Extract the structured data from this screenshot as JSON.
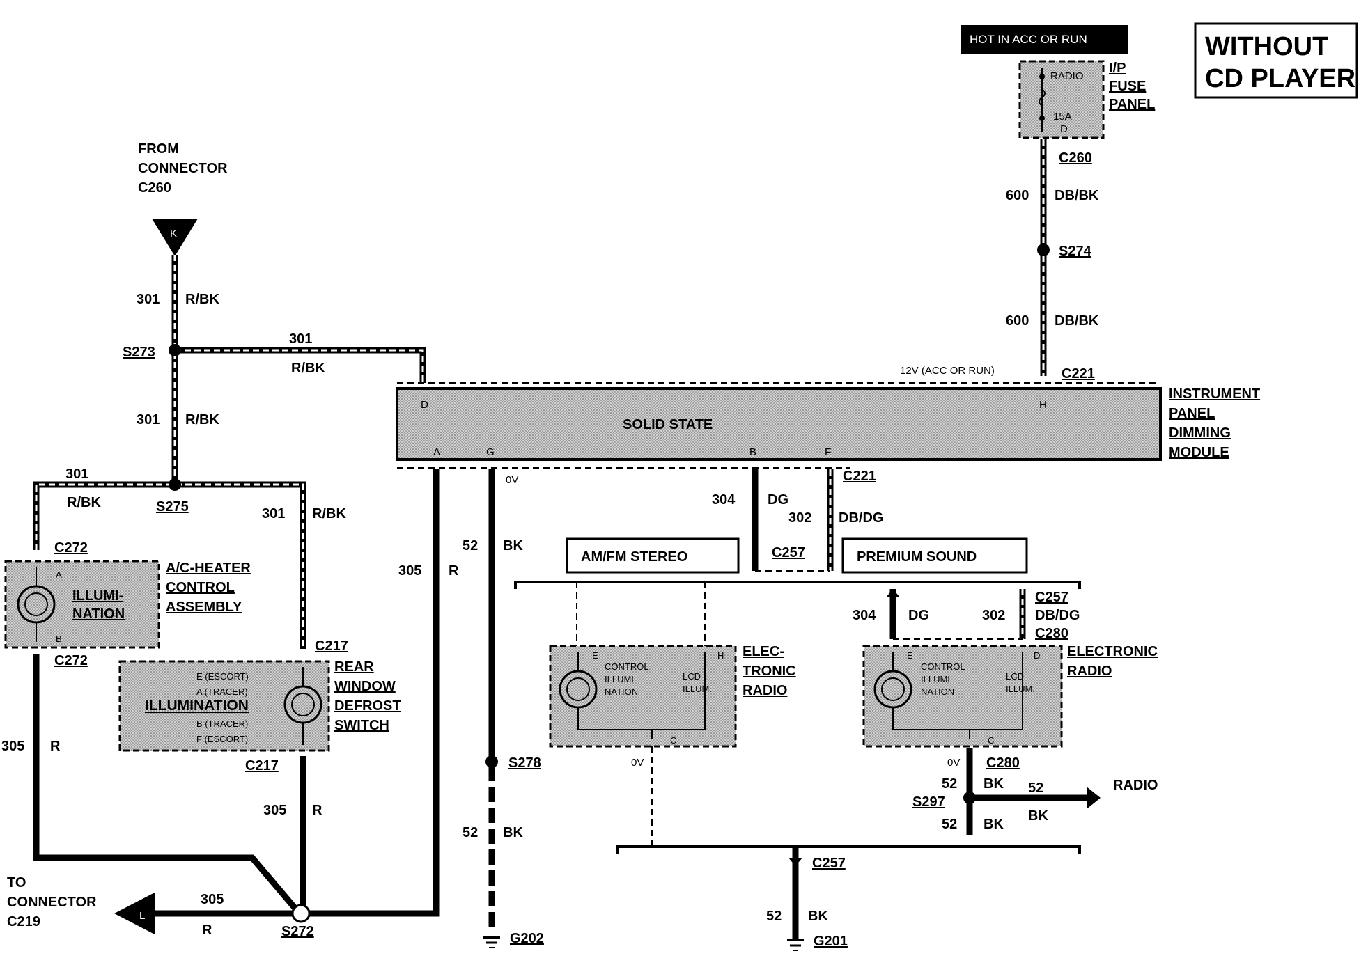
{
  "header": {
    "without_cd_line1": "WITHOUT",
    "without_cd_line2": "CD PLAYER",
    "hot_label": "HOT IN ACC OR RUN"
  },
  "fuse_panel": {
    "label_1": "I/P",
    "label_2": "FUSE",
    "label_3": "PANEL",
    "fuse_name": "RADIO",
    "fuse_rating": "15A",
    "pin": "D"
  },
  "connectors": {
    "c260_top": "C260",
    "c221_top": "C221",
    "c221_mid": "C221",
    "c257_a": "C257",
    "c257_b": "C257",
    "c257_c": "C257",
    "c280_a": "C280",
    "c280_b": "C280",
    "c272_a": "C272",
    "c272_b": "C272",
    "c217_a": "C217",
    "c217_b": "C217"
  },
  "splices": {
    "s274": "S274",
    "s273": "S273",
    "s275": "S275",
    "s278": "S278",
    "s272": "S272",
    "s297": "S297"
  },
  "grounds": {
    "g202": "G202",
    "g201": "G201"
  },
  "from_connector": {
    "line1": "FROM",
    "line2": "CONNECTOR",
    "line3": "C260",
    "pin": "K"
  },
  "to_connector": {
    "line1": "TO",
    "line2": "CONNECTOR",
    "line3": "C219",
    "pin": "L"
  },
  "wires": {
    "w600": "600",
    "w600_color": "DB/BK",
    "w301": "301",
    "w301_color": "R/BK",
    "w305": "305",
    "w305_color": "R",
    "w52": "52",
    "w52_color": "BK",
    "w304": "304",
    "w304_color": "DG",
    "w302": "302",
    "w302_color": "DB/DG"
  },
  "module": {
    "name": "SOLID STATE",
    "title_1": "INSTRUMENT",
    "title_2": "PANEL",
    "title_3": "DIMMING",
    "title_4": "MODULE",
    "voltage_note": "12V (ACC OR RUN)",
    "pin_d": "D",
    "pin_h": "H",
    "pin_a": "A",
    "pin_g": "G",
    "pin_b": "B",
    "pin_f": "F",
    "ov": "0V"
  },
  "options": {
    "am_fm": "AM/FM STEREO",
    "premium": "PREMIUM SOUND"
  },
  "ac_heater": {
    "label_1": "A/C-HEATER",
    "label_2": "CONTROL",
    "label_3": "ASSEMBLY",
    "inner_1": "ILLUMI-",
    "inner_2": "NATION",
    "pin_a": "A",
    "pin_b": "B"
  },
  "defrost": {
    "label_1": "REAR",
    "label_2": "WINDOW",
    "label_3": "DEFROST",
    "label_4": "SWITCH",
    "inner": "ILLUMINATION",
    "pin_e": "E (ESCORT)",
    "pin_a": "A (TRACER)",
    "pin_b": "B (TRACER)",
    "pin_f": "F (ESCORT)"
  },
  "radio_left": {
    "label_1": "ELEC-",
    "label_2": "TRONIC",
    "label_3": "RADIO",
    "ctrl_1": "CONTROL",
    "ctrl_2": "ILLUMI-",
    "ctrl_3": "NATION",
    "lcd_1": "LCD",
    "lcd_2": "ILLUM.",
    "pin_e": "E",
    "pin_h": "H",
    "pin_c": "C",
    "ov": "0V"
  },
  "radio_right": {
    "label_1": "ELECTRONIC",
    "label_2": "RADIO",
    "ctrl_1": "CONTROL",
    "ctrl_2": "ILLUMI-",
    "ctrl_3": "NATION",
    "lcd_1": "LCD",
    "lcd_2": "ILLUM.",
    "pin_e": "E",
    "pin_d": "D",
    "pin_c": "C",
    "ov": "0V"
  },
  "radio_ground": {
    "label": "RADIO"
  }
}
